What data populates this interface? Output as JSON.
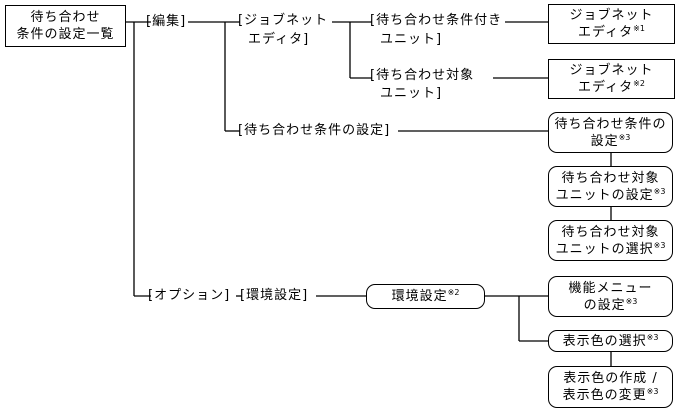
{
  "root": {
    "lines": [
      "待ち合わせ",
      "条件の設定一覧"
    ]
  },
  "menus": {
    "edit": "[編集]",
    "jobnet_editor": [
      "[ジョブネット",
      "エディタ]"
    ],
    "wait_cond_unit": [
      "[待ち合わせ条件付き",
      "ユニット]"
    ],
    "wait_target_unit": [
      "[待ち合わせ対象",
      "ユニット]"
    ],
    "wait_cond_settings": "[待ち合わせ条件の設定]",
    "options": "[オプション]",
    "env_settings": "[環境設定]"
  },
  "windows": {
    "editor1": {
      "lines": [
        "ジョブネット",
        "エディタ"
      ],
      "note": "※1"
    },
    "editor2": {
      "lines": [
        "ジョブネット",
        "エディタ"
      ],
      "note": "※2"
    },
    "wait_cond_setting": {
      "lines": [
        "待ち合わせ条件の",
        "設定"
      ],
      "note": "※3"
    },
    "wait_target_setting": {
      "lines": [
        "待ち合わせ対象",
        "ユニットの設定"
      ],
      "note": "※3"
    },
    "wait_target_select": {
      "lines": [
        "待ち合わせ対象",
        "ユニットの選択"
      ],
      "note": "※3"
    },
    "env_setting": {
      "lines": [
        "環境設定"
      ],
      "note": "※2"
    },
    "func_menu_setting": {
      "lines": [
        "機能メニュー",
        "の設定"
      ],
      "note": "※3"
    },
    "color_select": {
      "lines": [
        "表示色の選択"
      ],
      "note": "※3"
    },
    "color_create_change": {
      "lines": [
        "表示色の作成 /",
        "表示色の変更"
      ],
      "note": "※3"
    }
  }
}
